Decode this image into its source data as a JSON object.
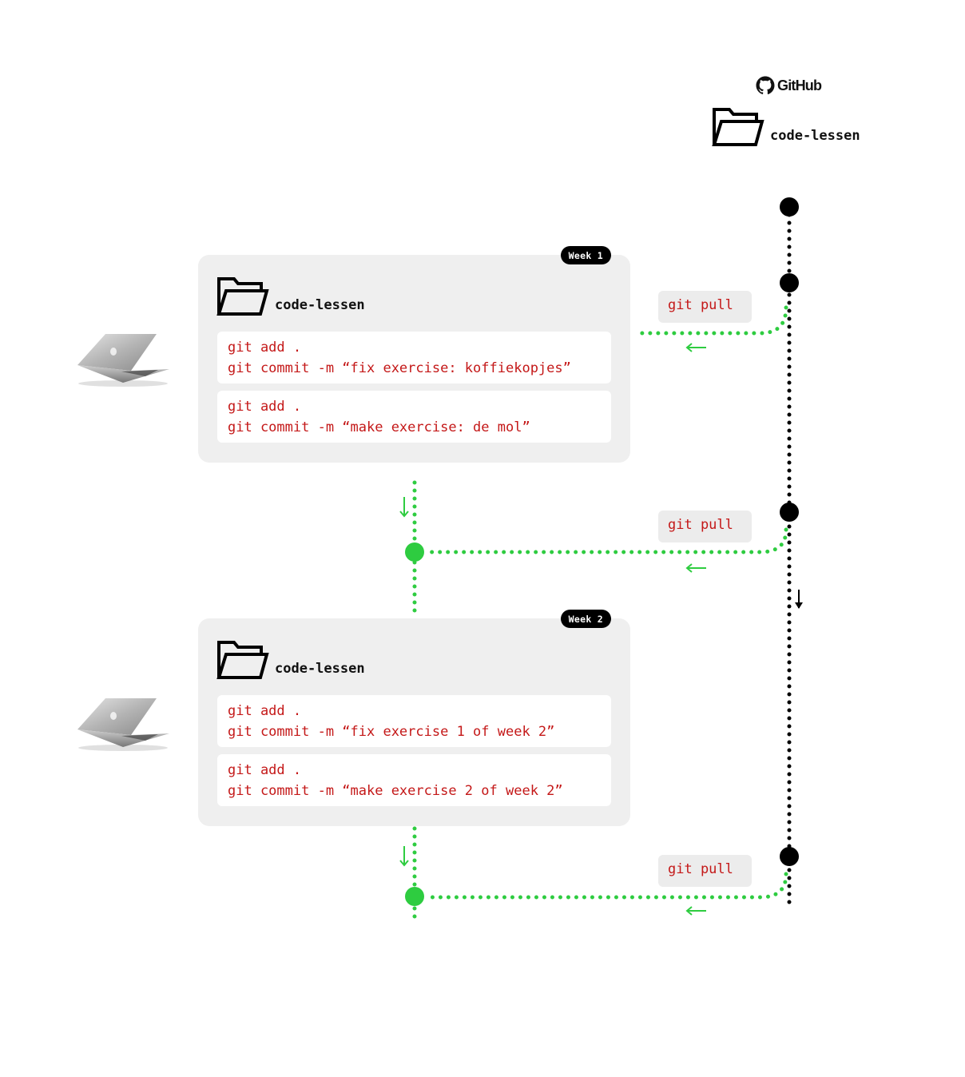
{
  "remote": {
    "brand": "GitHub",
    "repo_name": "code-lessen"
  },
  "weeks": [
    {
      "badge": "Week 1",
      "repo_name": "code-lessen",
      "commits": [
        {
          "line1": "git add .",
          "line2": "git commit -m “fix exercise: koffiekopjes”"
        },
        {
          "line1": "git add .",
          "line2": "git commit -m “make exercise: de mol”"
        }
      ]
    },
    {
      "badge": "Week 2",
      "repo_name": "code-lessen",
      "commits": [
        {
          "line1": "git add .",
          "line2": "git commit -m “fix exercise 1 of week 2”"
        },
        {
          "line1": "git add .",
          "line2": "git commit -m “make exercise 2 of week 2”"
        }
      ]
    }
  ],
  "pulls": [
    "git pull",
    "git pull",
    "git pull"
  ],
  "colors": {
    "remote_line": "#000000",
    "local_line": "#2ecc40",
    "command_text": "#c41818",
    "card_bg": "#efefef"
  }
}
